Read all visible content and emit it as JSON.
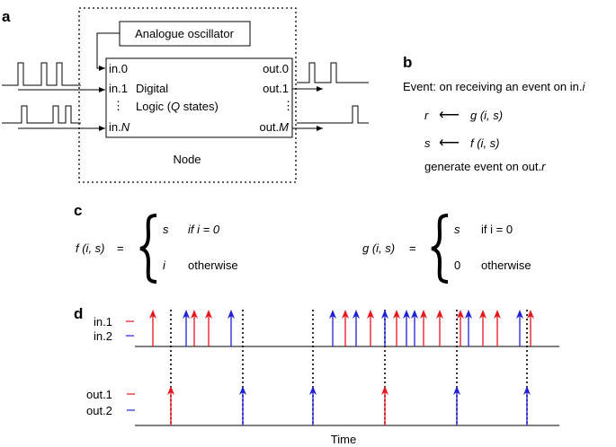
{
  "panel_labels": {
    "a": "a",
    "b": "b",
    "c": "c",
    "d": "d"
  },
  "panel_a": {
    "oscillator_label": "Analogue oscillator",
    "in0": "in.0",
    "in1": "in.1",
    "inN_prefix": "in.",
    "inN_var": "N",
    "logic_line1": "Digital",
    "logic_line2_pre": "Logic (",
    "logic_line2_var": "Q",
    "logic_line2_post": " states)",
    "out0": "out.0",
    "out1": "out.1",
    "outM_prefix": "out.",
    "outM_var": "M",
    "node_label": "Node",
    "vdots": "⋮"
  },
  "panel_b": {
    "event_line_pre": "Event: on receiving an event on in.",
    "event_line_var": "i",
    "r_lhs": "r",
    "arrow": "⟵",
    "r_rhs": "g (i, s)",
    "s_lhs": "s",
    "s_rhs": "f (i, s)",
    "generate_pre": "generate event on out.",
    "generate_var": "r"
  },
  "panel_c": {
    "f_lhs": "f (i, s)",
    "g_lhs": "g (i, s)",
    "equals": "=",
    "f_case1_val": "s",
    "f_case1_cond": "if i = 0",
    "f_case2_val": "i",
    "f_case2_cond": "otherwise",
    "g_case1_val": "s",
    "g_case1_cond": "if i = 0",
    "g_case2_val": "0",
    "g_case2_cond": "otherwise"
  },
  "panel_d": {
    "in1": "in.1",
    "in2": "in.2",
    "out1": "out.1",
    "out2": "out.2",
    "time_label": "Time",
    "colors": {
      "ch1": "#e8131b",
      "ch2": "#1f1fd6"
    },
    "input_events": [
      {
        "t": 170,
        "ch": 1
      },
      {
        "t": 207,
        "ch": 2
      },
      {
        "t": 216,
        "ch": 1
      },
      {
        "t": 232,
        "ch": 1
      },
      {
        "t": 257,
        "ch": 2
      },
      {
        "t": 370,
        "ch": 2
      },
      {
        "t": 384,
        "ch": 1
      },
      {
        "t": 396,
        "ch": 2
      },
      {
        "t": 412,
        "ch": 1
      },
      {
        "t": 428,
        "ch": 2
      },
      {
        "t": 441,
        "ch": 1
      },
      {
        "t": 452,
        "ch": 2
      },
      {
        "t": 461,
        "ch": 2
      },
      {
        "t": 471,
        "ch": 1
      },
      {
        "t": 489,
        "ch": 1
      },
      {
        "t": 512,
        "ch": 1
      },
      {
        "t": 521,
        "ch": 2
      },
      {
        "t": 537,
        "ch": 1
      },
      {
        "t": 553,
        "ch": 1
      },
      {
        "t": 578,
        "ch": 2
      },
      {
        "t": 590,
        "ch": 1
      }
    ],
    "output_events": [
      {
        "t": 190,
        "ch": 1
      },
      {
        "t": 270,
        "ch": 2
      },
      {
        "t": 348,
        "ch": 2
      },
      {
        "t": 428,
        "ch": 1
      },
      {
        "t": 508,
        "ch": 2
      },
      {
        "t": 586,
        "ch": 2
      }
    ]
  }
}
